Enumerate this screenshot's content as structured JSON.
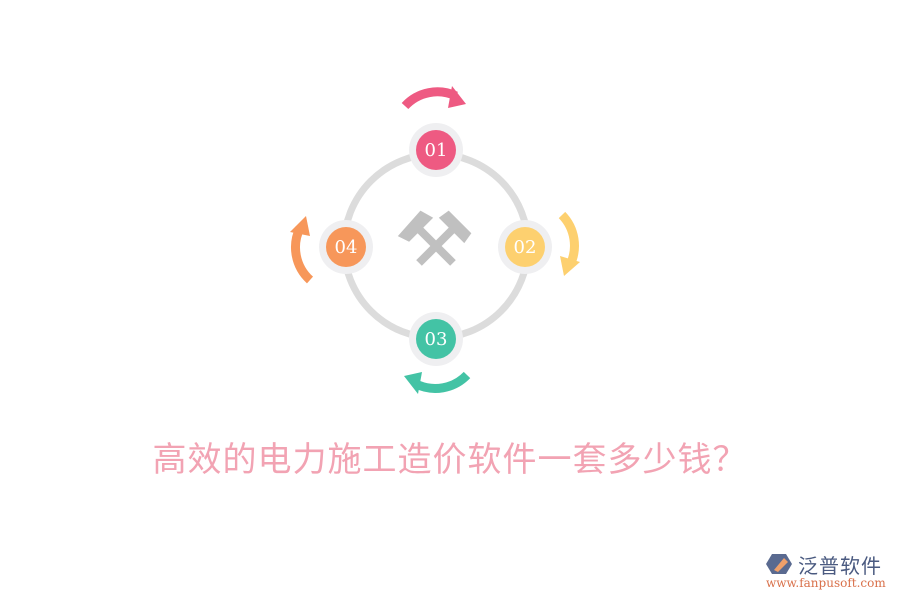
{
  "title": "高效的电力施工造价软件一套多少钱？",
  "center_icon": "crossed-hammers-icon",
  "nodes": [
    {
      "label": "01",
      "color": "#ee5a82",
      "arrow_color": "#ee5a82"
    },
    {
      "label": "02",
      "color": "#fdd06f",
      "arrow_color": "#fdd06f"
    },
    {
      "label": "03",
      "color": "#43c3a5",
      "arrow_color": "#43c3a5"
    },
    {
      "label": "04",
      "color": "#f7975a",
      "arrow_color": "#f7975a"
    }
  ],
  "colors": {
    "ring": "#dcdcdc",
    "node_halo": "#efeff1",
    "icon": "#c0c0c0",
    "title": "#f2a3b3"
  },
  "logo": {
    "name": "泛普软件",
    "url": "www.fanpusoft.com"
  }
}
